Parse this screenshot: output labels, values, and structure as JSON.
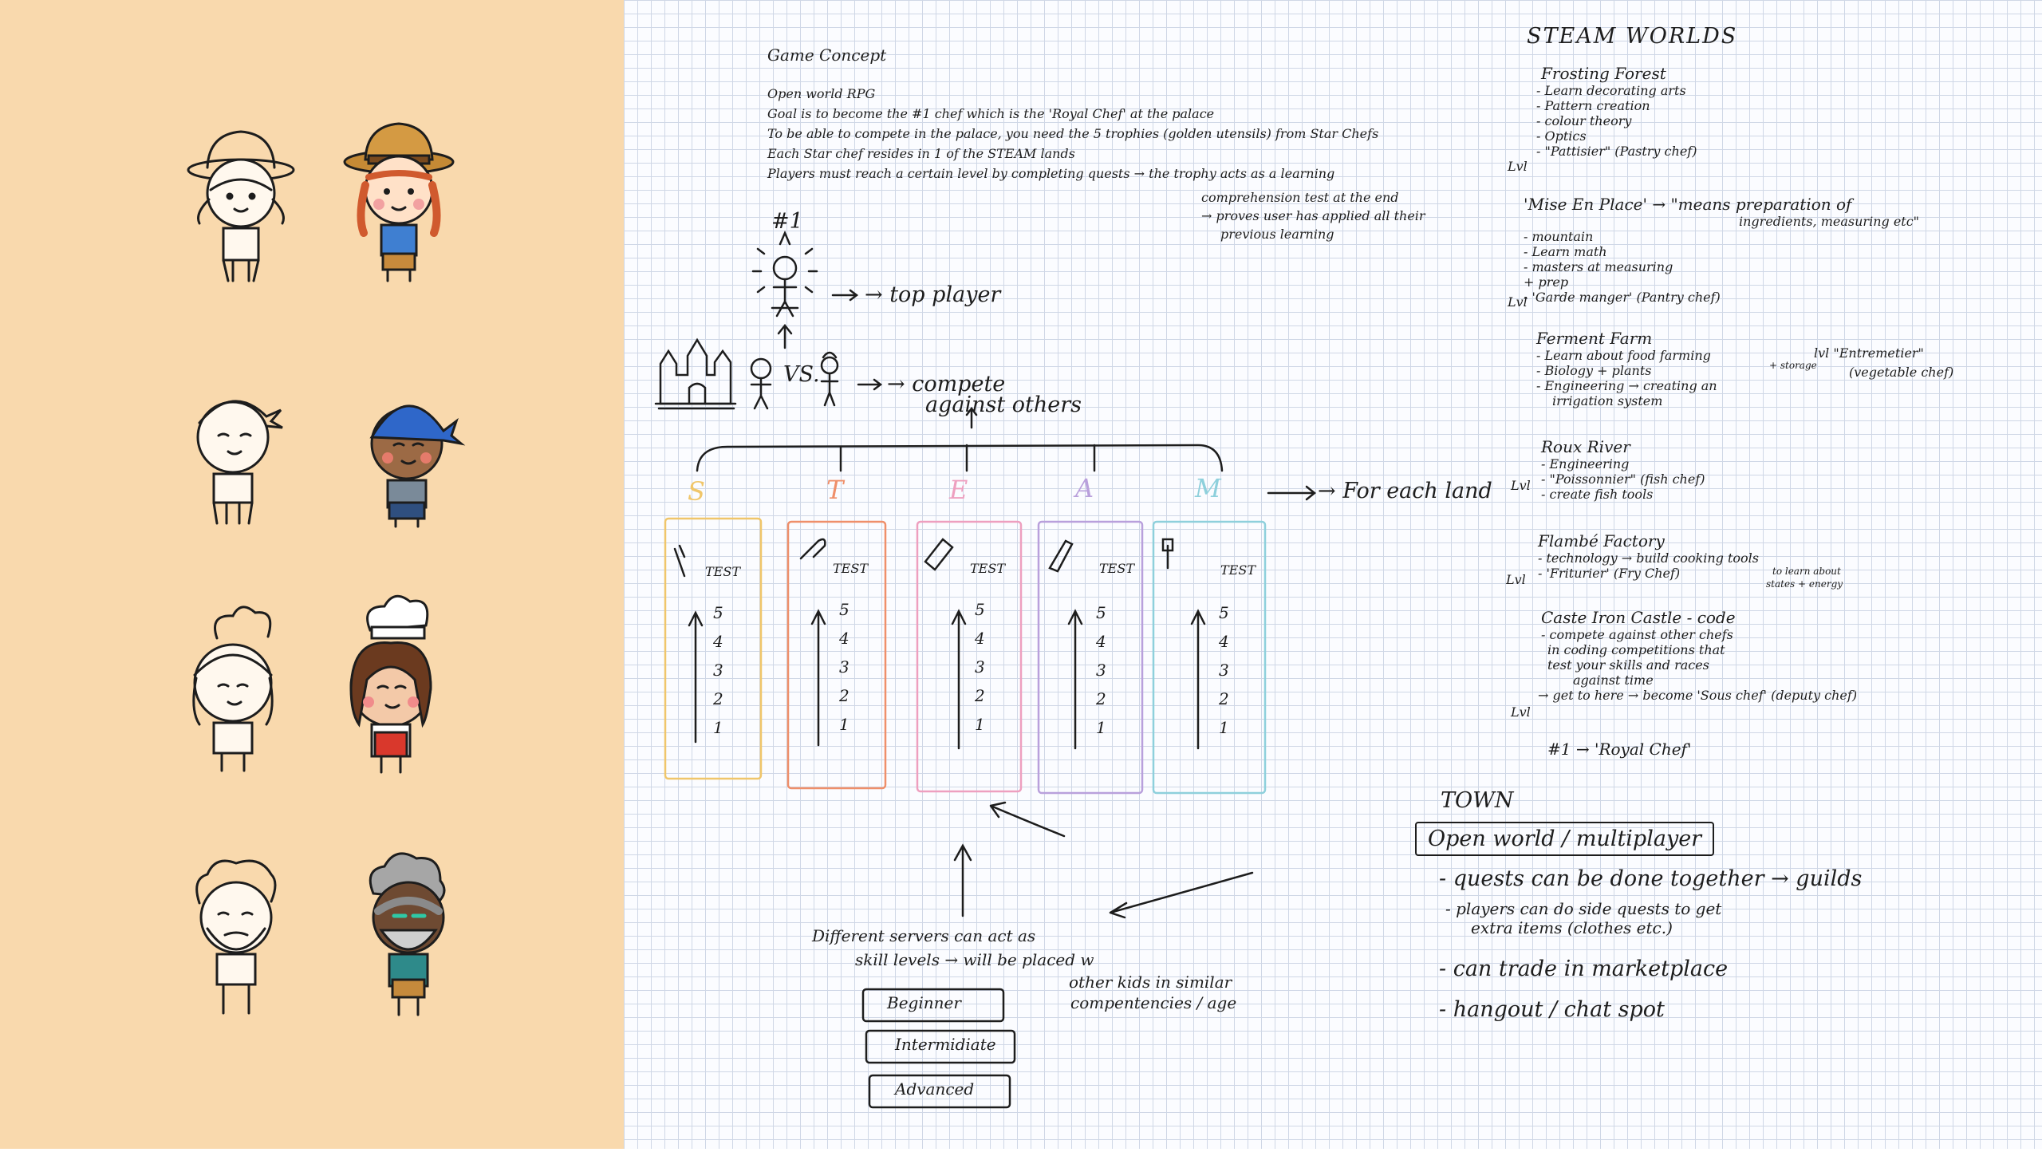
{
  "colors": {
    "panel_bg": "#f9d9ad",
    "ink": "#1d1d1d",
    "grid": "#cfd7e6",
    "S": "#f0c66a",
    "T": "#ef8f6a",
    "E": "#ee9fbf",
    "A": "#b9a0dc",
    "M": "#8ed0dc"
  },
  "characters": [
    {
      "name": "explorer girl sketch",
      "icon": "explorer-girl-sketch-icon"
    },
    {
      "name": "explorer girl colored",
      "icon": "explorer-girl-colored-icon"
    },
    {
      "name": "bandana boy sketch",
      "icon": "bandana-boy-sketch-icon"
    },
    {
      "name": "bandana boy colored",
      "icon": "bandana-boy-colored-icon"
    },
    {
      "name": "chef girl sketch",
      "icon": "chef-girl-sketch-icon"
    },
    {
      "name": "chef girl colored",
      "icon": "chef-girl-colored-icon"
    },
    {
      "name": "bearded man sketch",
      "icon": "bearded-man-sketch-icon"
    },
    {
      "name": "old man colored",
      "icon": "old-man-colored-icon"
    }
  ],
  "concept": {
    "title": "Game Concept",
    "lines": [
      "Open world RPG",
      "Goal is to become the #1 chef which is the 'Royal Chef' at the palace",
      "To be able to compete in the palace, you need the 5 trophies (golden utensils) from Star Chefs",
      "Each Star chef resides in 1 of the STEAM lands",
      "Players must reach a certain level by completing quests → the trophy acts as a learning"
    ],
    "trophy_note": [
      "comprehension test at the end",
      "→ proves user has applied all their",
      "previous learning"
    ]
  },
  "diagram": {
    "top_label": "#1",
    "top_player": "→ top player",
    "vs": "VS.",
    "compete": [
      "→ compete",
      "against others"
    ],
    "letters": [
      "S",
      "T",
      "E",
      "A",
      "M"
    ],
    "for_each_land": "→ For each land",
    "test_label": "TEST",
    "levels": [
      "5",
      "4",
      "3",
      "2",
      "1"
    ]
  },
  "town": {
    "title": "TOWN",
    "box": "Open world / multiplayer",
    "items": [
      "- quests can be done together → guilds",
      "- players can do side quests to get",
      "extra items (clothes etc.)",
      "- can trade in marketplace",
      "- hangout / chat spot"
    ]
  },
  "servers": {
    "line1": "Different servers can act as",
    "line2": "skill levels → will be placed w",
    "line3": "other kids in similar",
    "line4": "compentencies / age",
    "levels": [
      "Beginner",
      "Intermidiate",
      "Advanced"
    ]
  },
  "steam_worlds": {
    "title": "STEAM WORLDS",
    "frosting": [
      "Frosting Forest",
      "- Learn decorating arts",
      "- Pattern creation",
      "- colour theory",
      "- Optics",
      "- \"Pattisier\" (Pastry chef)"
    ],
    "mise": [
      "'Mise En Place' → \"means preparation of",
      "ingredients, measuring etc\"",
      "- mountain",
      "- Learn math",
      "- masters at measuring",
      "+ prep",
      "- 'Garde manger' (Pantry chef)"
    ],
    "ferment": [
      "Ferment Farm",
      "- Learn about food farming",
      "- Biology + plants",
      "- Engineering → creating an",
      "irrigation system",
      "lvl \"Entremetier\"",
      "(vegetable chef)",
      "+ storage"
    ],
    "roux": [
      "Roux River",
      "- Engineering",
      "- \"Poissonnier\" (fish chef)",
      "- create fish tools"
    ],
    "flambe": [
      "Flambé Factory",
      "- technology → build cooking tools",
      "- 'Friturier' (Fry Chef)",
      "to learn about",
      "states + energy"
    ],
    "castle": [
      "Caste Iron Castle - code",
      "- compete against other chefs",
      "in coding competitions that",
      "test your skills and races",
      "against time",
      "→ get to here → become 'Sous chef' (deputy chef)"
    ],
    "final": "#1 → 'Royal Chef'",
    "lvl": "Lvl"
  }
}
